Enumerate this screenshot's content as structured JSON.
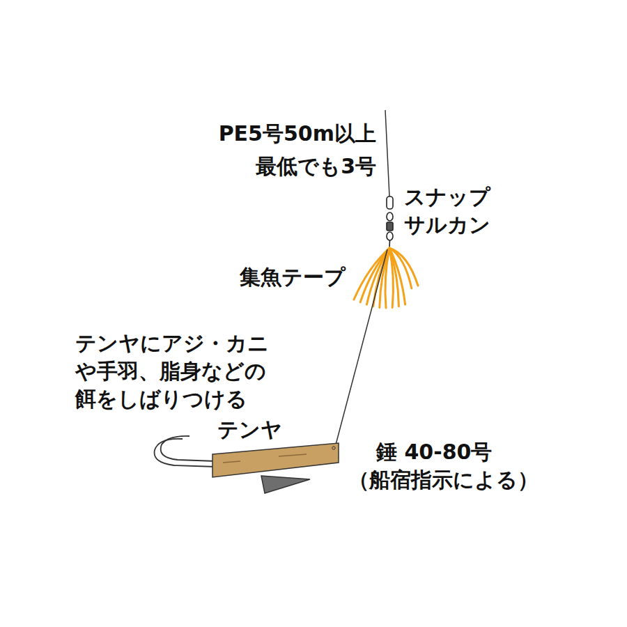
{
  "diagram": {
    "labels": [
      "PE5号50m以上",
      "最低でも3号",
      "スナップ",
      "サルカン",
      "集魚テープ",
      "テンヤにアジ・カニ",
      "や手羽、脂身などの",
      "餌をしばりつける",
      "テンヤ",
      "錘 40-80号",
      "（船宿指示による）"
    ]
  }
}
